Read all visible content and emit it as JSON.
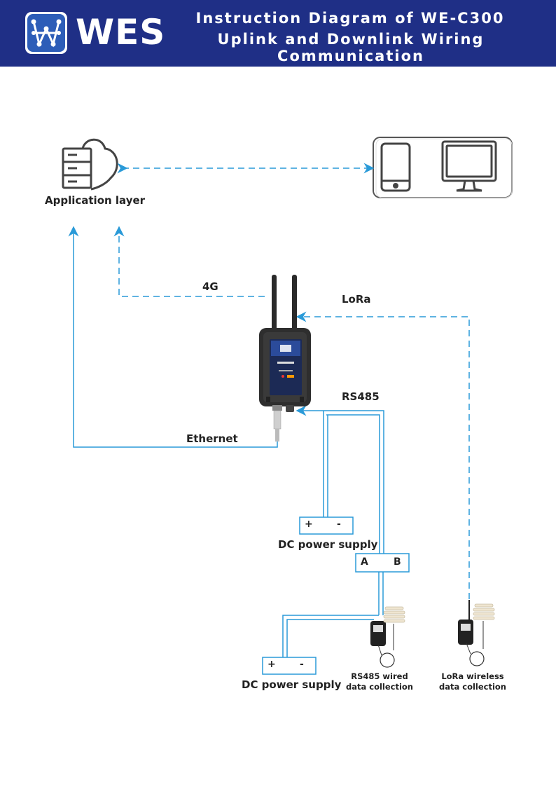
{
  "header": {
    "brand": "WES",
    "title_line1": "Instruction Diagram of WE-C300",
    "title_line2": "Uplink and Downlink Wiring Communication"
  },
  "diagram": {
    "application_layer": "Application layer",
    "link_4g": "4G",
    "link_lora": "LoRa",
    "link_rs485": "RS485",
    "link_ethernet": "Ethernet",
    "power_supply_1": {
      "plus": "+",
      "minus": "-",
      "label": "DC power supply"
    },
    "bus_terminals": {
      "a": "A",
      "b": "B"
    },
    "power_supply_2": {
      "plus": "+",
      "minus": "-",
      "label": "DC power supply"
    },
    "rs485_sensor": {
      "line1": "RS485 wired",
      "line2": "data collection"
    },
    "lora_sensor": {
      "line1": "LoRa  wireless",
      "line2": "data collection"
    }
  },
  "colors": {
    "header_bg": "#1f2f86",
    "line": "#2a9ad8",
    "icon": "#444444"
  }
}
